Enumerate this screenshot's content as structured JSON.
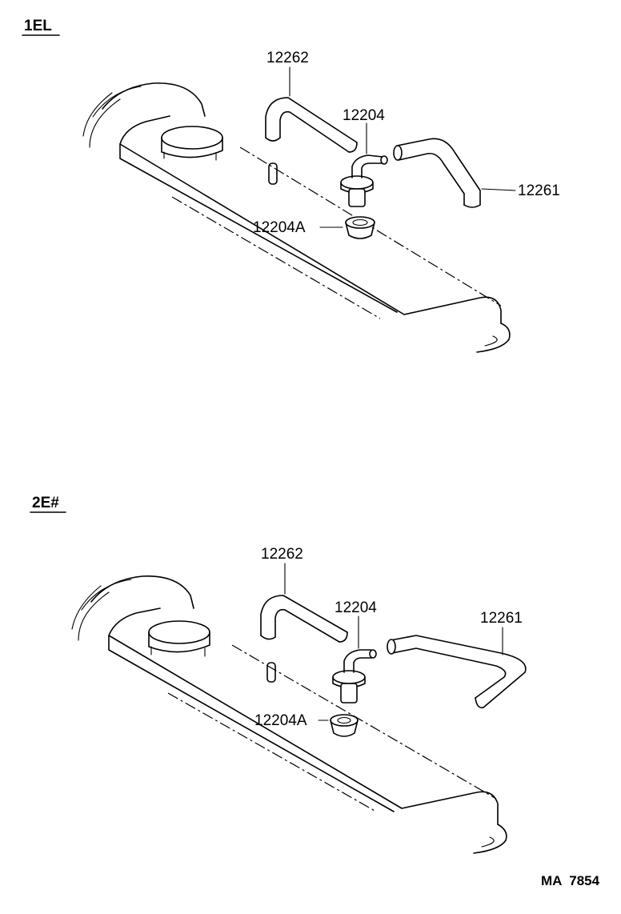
{
  "sections": [
    {
      "label": "1EL",
      "parts": {
        "hose_a": "12262",
        "valve": "12204",
        "hose_b": "12261",
        "grommet": "12204A"
      }
    },
    {
      "label": "2E#",
      "parts": {
        "hose_a": "12262",
        "valve": "12204",
        "hose_b": "12261",
        "grommet": "12204A"
      }
    }
  ],
  "reference_code": "MA  7854"
}
